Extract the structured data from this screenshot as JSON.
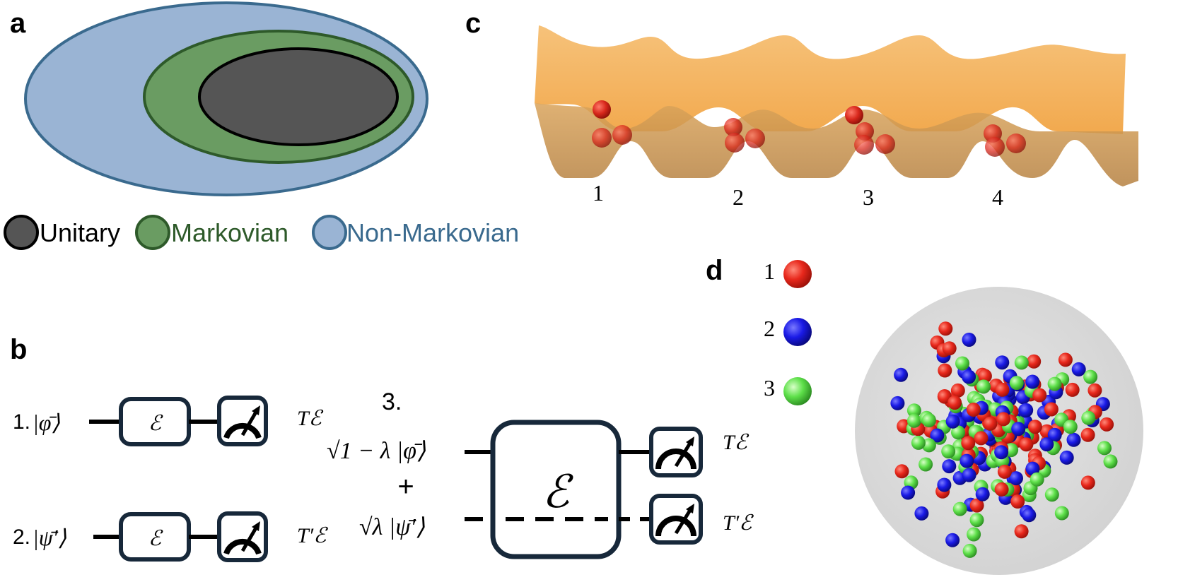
{
  "panels": {
    "a": {
      "label": "a"
    },
    "b": {
      "label": "b"
    },
    "c": {
      "label": "c"
    },
    "d": {
      "label": "d"
    }
  },
  "panel_a": {
    "legend": [
      {
        "text": "Unitary",
        "color": "#555555",
        "stroke": "#000000",
        "text_color": "#000000"
      },
      {
        "text": "Markovian",
        "color": "#6a9c62",
        "stroke": "#2e5a2a",
        "text_color": "#2e5a2a"
      },
      {
        "text": "Non-Markovian",
        "color": "#9ab4d4",
        "stroke": "#3a6a8e",
        "text_color": "#3a6a8e"
      }
    ]
  },
  "panel_b": {
    "row1_prefix": "1.",
    "row1_state": "|φ̄⟩",
    "row2_prefix": "2.",
    "row2_state": "|ψ̄′⟩",
    "channel_symbol": "ℰ",
    "out1": "Tℰ",
    "out2": "T′ℰ",
    "step3_label": "3.",
    "step3_term1": "√1 − λ |φ̄⟩",
    "step3_plus": "+",
    "step3_term2": "√λ |ψ̄′⟩",
    "big_channel_symbol": "ℰ",
    "out3a": "Tℰ",
    "out3b": "T′ℰ"
  },
  "panel_c": {
    "well_labels": [
      "1",
      "2",
      "3",
      "4"
    ],
    "surface_color": "#f0b45c",
    "ball_color": "#d8281c"
  },
  "panel_d": {
    "legend": [
      {
        "text": "1",
        "color": "#e8281c"
      },
      {
        "text": "2",
        "color": "#1a1ae6"
      },
      {
        "text": "3",
        "color": "#5ee04a"
      }
    ],
    "sphere_color": "#dcdcdc"
  }
}
